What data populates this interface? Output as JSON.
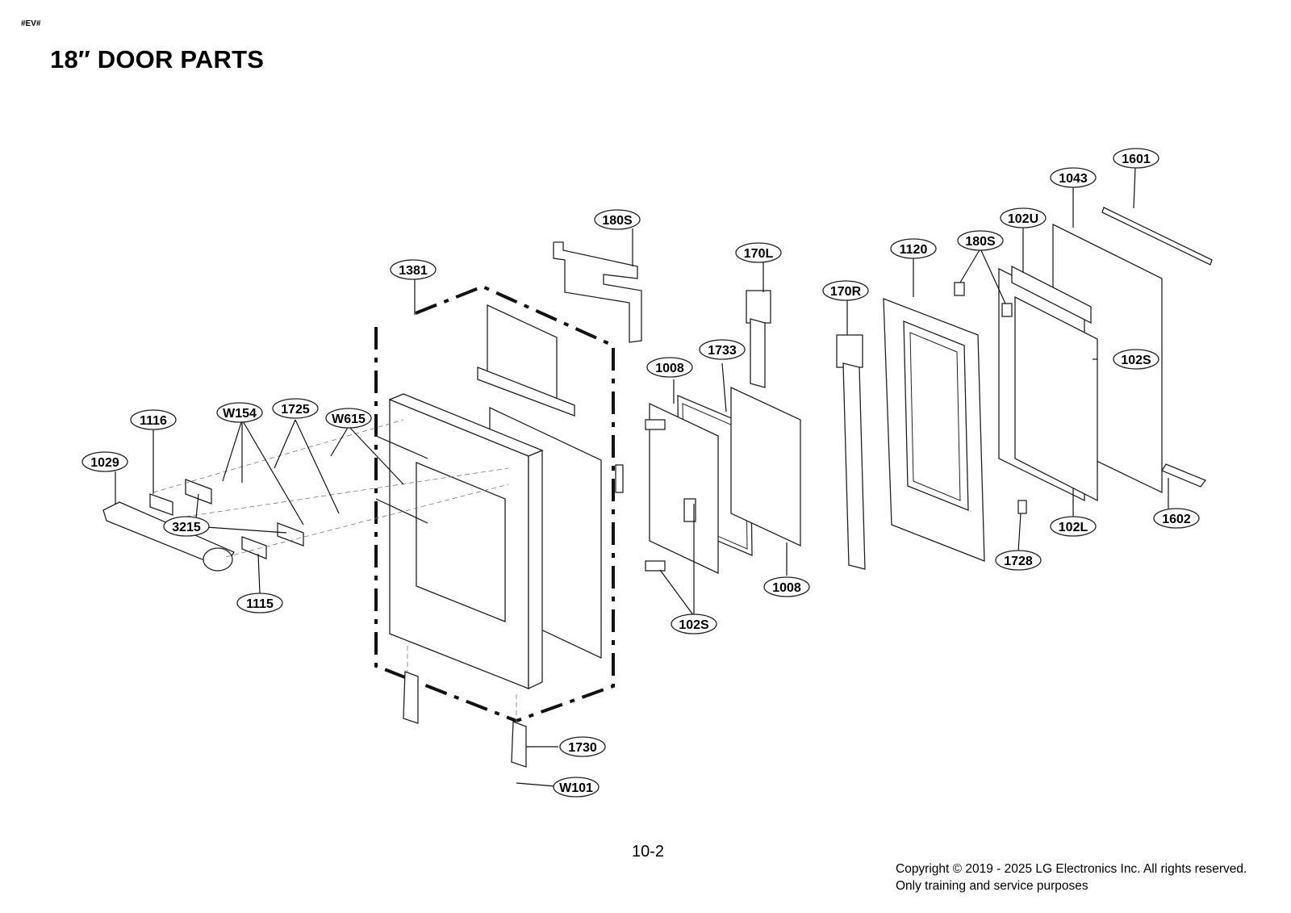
{
  "header": {
    "tag": "#EV#",
    "title": "18″ DOOR PARTS"
  },
  "footer": {
    "page_number": "10-2",
    "copyright": "Copyright © 2019 - 2025 LG Electronics Inc. All rights reserved.",
    "notice": "Only training and service purposes"
  },
  "part_labels": {
    "p1601": "1601",
    "p1043": "1043",
    "p102U": "102U",
    "p180S_top": "180S",
    "p1120": "1120",
    "p180S_right": "180S",
    "p170L": "170L",
    "p1381": "1381",
    "p170R": "170R",
    "p1733": "1733",
    "p1008_left": "1008",
    "p102S_right": "102S",
    "p1116": "1116",
    "pW154": "W154",
    "p1725": "1725",
    "pW615": "W615",
    "p1029": "1029",
    "p3215": "3215",
    "p1602": "1602",
    "p102L": "102L",
    "p1728": "1728",
    "p1008_bottom": "1008",
    "p1115": "1115",
    "p102S_bottom": "102S",
    "p1730": "1730",
    "pW101": "W101"
  }
}
